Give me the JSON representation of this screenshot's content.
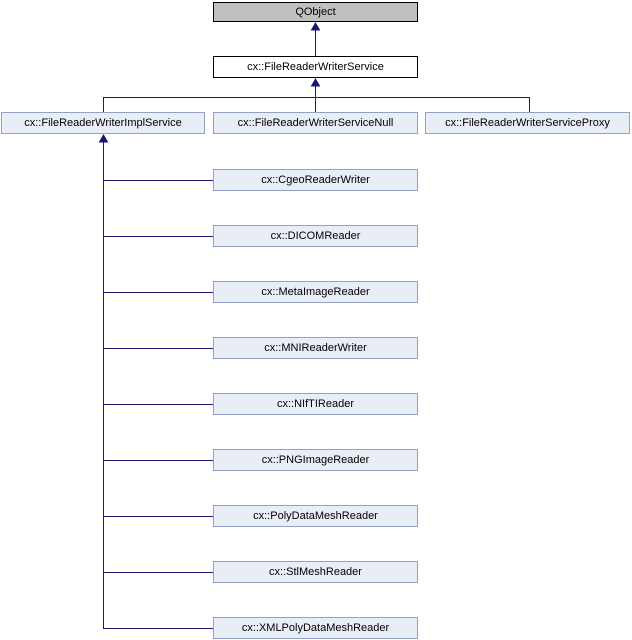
{
  "diagram": {
    "kind": "class-inheritance-graph",
    "colors": {
      "edge": "#191970",
      "external_node_fill": "#c0c0c0",
      "external_node_border": "#000000",
      "current_node_fill": "#ffffff",
      "current_node_border": "#000000",
      "linked_node_fill": "#e9edf6",
      "linked_node_border": "#94a1c6"
    },
    "nodes": [
      {
        "id": "qobject",
        "label": "QObject",
        "style": "external"
      },
      {
        "id": "service",
        "label": "cx::FileReaderWriterService",
        "style": "current"
      },
      {
        "id": "impl",
        "label": "cx::FileReaderWriterImplService",
        "style": "linked"
      },
      {
        "id": "null",
        "label": "cx::FileReaderWriterServiceNull",
        "style": "linked"
      },
      {
        "id": "proxy",
        "label": "cx::FileReaderWriterServiceProxy",
        "style": "linked"
      },
      {
        "id": "cgeo",
        "label": "cx::CgeoReaderWriter",
        "style": "linked"
      },
      {
        "id": "dicom",
        "label": "cx::DICOMReader",
        "style": "linked"
      },
      {
        "id": "meta",
        "label": "cx::MetaImageReader",
        "style": "linked"
      },
      {
        "id": "mni",
        "label": "cx::MNIReaderWriter",
        "style": "linked"
      },
      {
        "id": "nifti",
        "label": "cx::NIfTIReader",
        "style": "linked"
      },
      {
        "id": "png",
        "label": "cx::PNGImageReader",
        "style": "linked"
      },
      {
        "id": "polydata",
        "label": "cx::PolyDataMeshReader",
        "style": "linked"
      },
      {
        "id": "stl",
        "label": "cx::StlMeshReader",
        "style": "linked"
      },
      {
        "id": "xmlpoly",
        "label": "cx::XMLPolyDataMeshReader",
        "style": "linked"
      }
    ],
    "edges": [
      {
        "derived": "cx::FileReaderWriterService",
        "base": "QObject"
      },
      {
        "derived": "cx::FileReaderWriterImplService",
        "base": "cx::FileReaderWriterService"
      },
      {
        "derived": "cx::FileReaderWriterServiceNull",
        "base": "cx::FileReaderWriterService"
      },
      {
        "derived": "cx::FileReaderWriterServiceProxy",
        "base": "cx::FileReaderWriterService"
      },
      {
        "derived": "cx::CgeoReaderWriter",
        "base": "cx::FileReaderWriterImplService"
      },
      {
        "derived": "cx::DICOMReader",
        "base": "cx::FileReaderWriterImplService"
      },
      {
        "derived": "cx::MetaImageReader",
        "base": "cx::FileReaderWriterImplService"
      },
      {
        "derived": "cx::MNIReaderWriter",
        "base": "cx::FileReaderWriterImplService"
      },
      {
        "derived": "cx::NIfTIReader",
        "base": "cx::FileReaderWriterImplService"
      },
      {
        "derived": "cx::PNGImageReader",
        "base": "cx::FileReaderWriterImplService"
      },
      {
        "derived": "cx::PolyDataMeshReader",
        "base": "cx::FileReaderWriterImplService"
      },
      {
        "derived": "cx::StlMeshReader",
        "base": "cx::FileReaderWriterImplService"
      },
      {
        "derived": "cx::XMLPolyDataMeshReader",
        "base": "cx::FileReaderWriterImplService"
      }
    ]
  }
}
